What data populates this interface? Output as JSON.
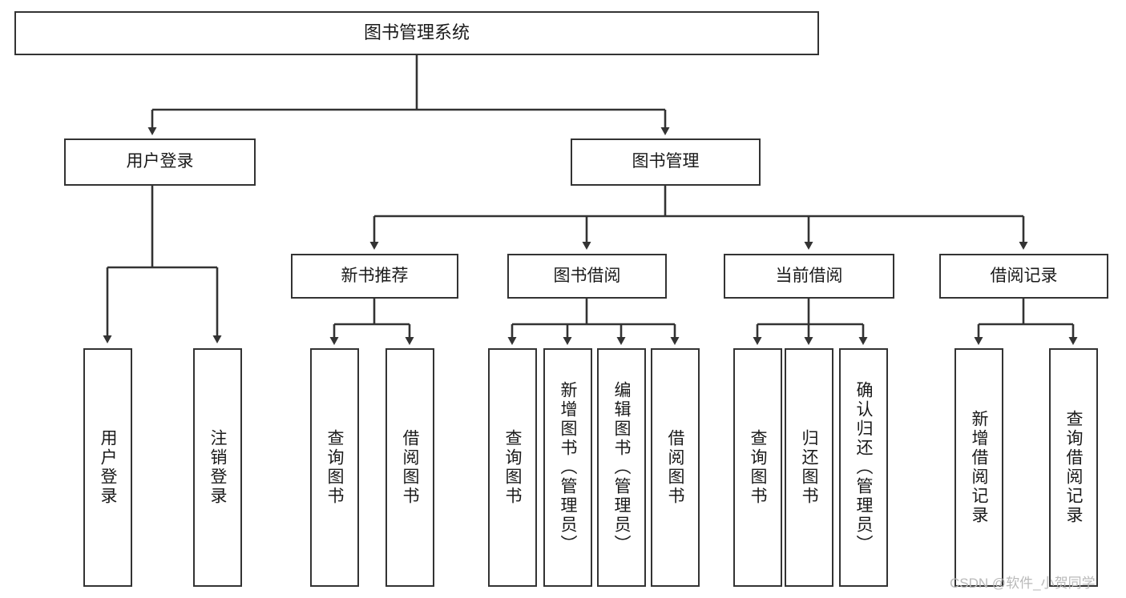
{
  "diagram": {
    "title": "图书管理系统",
    "watermark": "CSDN @软件_小贺同学",
    "line_color": "#333333",
    "box_fill": "#ffffff",
    "text_color": "#1a1a1a",
    "nodes": {
      "root": {
        "label": "图书管理系统"
      },
      "level2": [
        {
          "key": "user_login",
          "label": "用户登录"
        },
        {
          "key": "book_manage",
          "label": "图书管理"
        }
      ],
      "level3": [
        {
          "key": "new_book_rec",
          "label": "新书推荐"
        },
        {
          "key": "book_borrow",
          "label": "图书借阅"
        },
        {
          "key": "current_borrow",
          "label": "当前借阅"
        },
        {
          "key": "borrow_record",
          "label": "借阅记录"
        }
      ],
      "leaves": [
        {
          "key": "leaf_user_login",
          "label": "用户登录",
          "parent": "user_login"
        },
        {
          "key": "leaf_logout",
          "label": "注销登录",
          "parent": "user_login"
        },
        {
          "key": "leaf_query_book_1",
          "label": "查询图书",
          "parent": "new_book_rec"
        },
        {
          "key": "leaf_borrow_book_1",
          "label": "借阅图书",
          "parent": "new_book_rec"
        },
        {
          "key": "leaf_query_book_2",
          "label": "查询图书",
          "parent": "book_borrow"
        },
        {
          "key": "leaf_add_book",
          "label": "新增图书（管理员）",
          "parent": "book_borrow"
        },
        {
          "key": "leaf_edit_book",
          "label": "编辑图书（管理员）",
          "parent": "book_borrow"
        },
        {
          "key": "leaf_borrow_book_2",
          "label": "借阅图书",
          "parent": "book_borrow"
        },
        {
          "key": "leaf_query_book_3",
          "label": "查询图书",
          "parent": "current_borrow"
        },
        {
          "key": "leaf_return_book",
          "label": "归还图书",
          "parent": "current_borrow"
        },
        {
          "key": "leaf_confirm_return",
          "label": "确认归还（管理员）",
          "parent": "current_borrow"
        },
        {
          "key": "leaf_add_record",
          "label": "新增借阅记录",
          "parent": "borrow_record"
        },
        {
          "key": "leaf_query_record",
          "label": "查询借阅记录",
          "parent": "borrow_record"
        }
      ]
    }
  }
}
